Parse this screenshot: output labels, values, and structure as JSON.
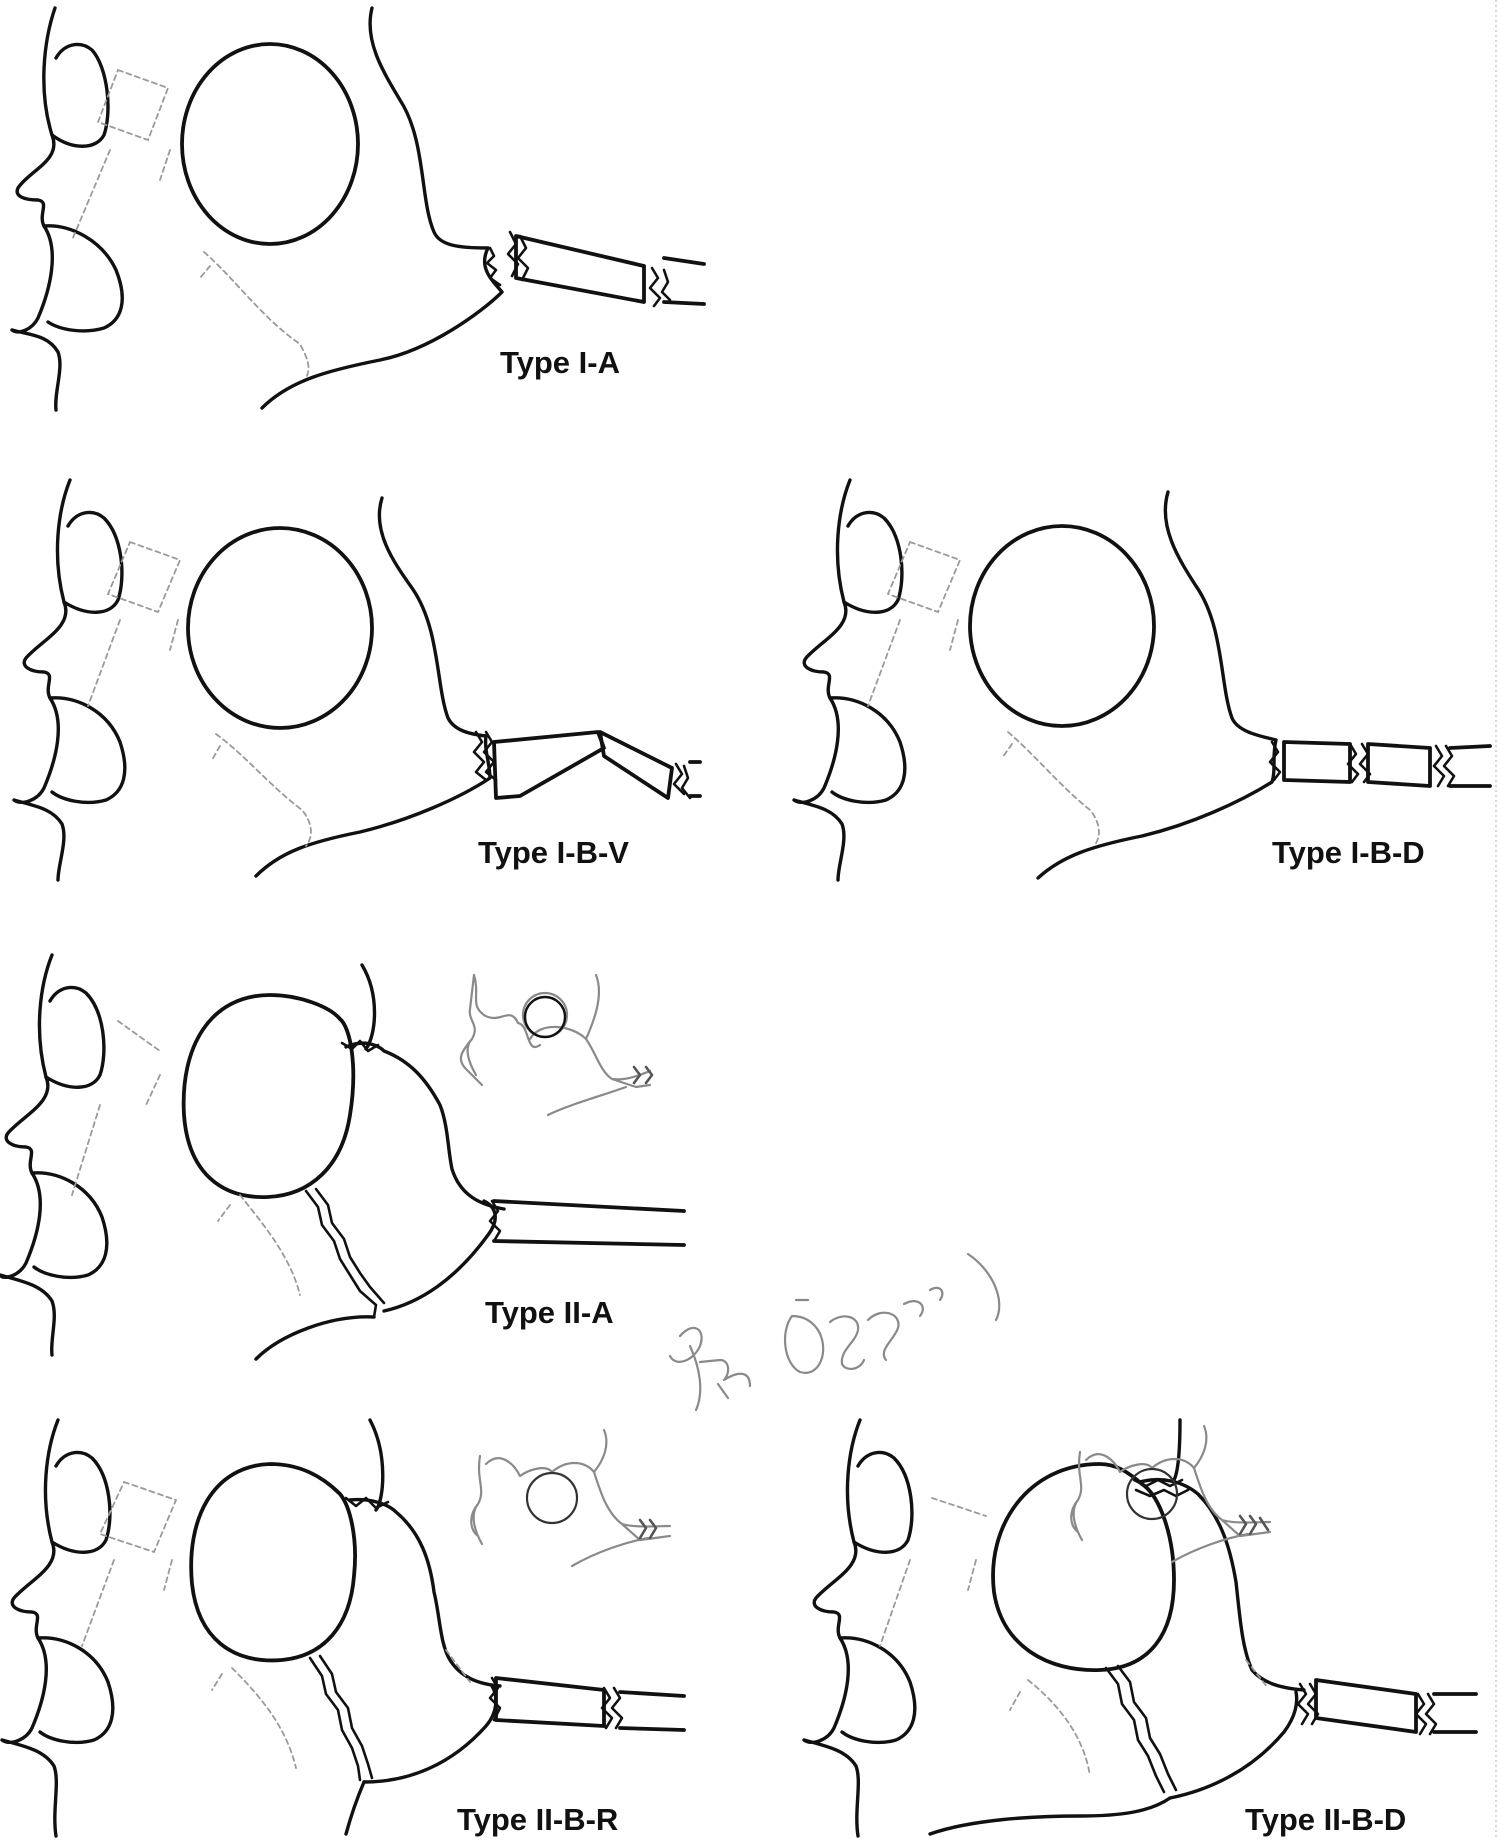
{
  "figure": {
    "panels": [
      {
        "id": "I-A",
        "label": "Type I-A"
      },
      {
        "id": "I-B-V",
        "label": "Type I-B-V"
      },
      {
        "id": "I-B-D",
        "label": "Type I-B-D"
      },
      {
        "id": "II-A",
        "label": "Type II-A"
      },
      {
        "id": "II-B-R",
        "label": "Type II-B-R"
      },
      {
        "id": "II-B-D",
        "label": "Type II-B-D"
      }
    ]
  }
}
